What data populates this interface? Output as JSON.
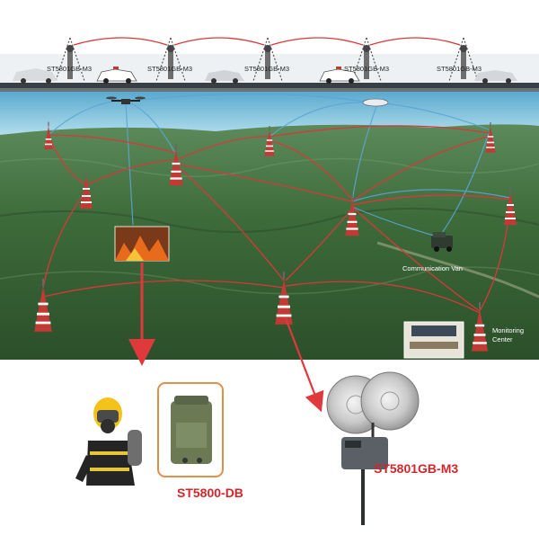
{
  "road_units": [
    {
      "label": "ST5801GB-M3"
    },
    {
      "label": "ST5801GB-M3"
    },
    {
      "label": "ST5801GB-M3"
    },
    {
      "label": "ST5801GB-M3"
    },
    {
      "label": "ST5801GB-M3"
    }
  ],
  "labels": {
    "comm_van": "Communication Van",
    "monitoring_line1": "Monitoring",
    "monitoring_line2": "Center"
  },
  "products": {
    "portable": "ST5800-DB",
    "radio": "ST5801GB-M3"
  },
  "colors": {
    "red_link": "#d8383a",
    "blue_link": "#5aa6d6",
    "arrow": "#e0393b",
    "product_text": "#d3262a",
    "terrain": "#3f6a3c",
    "sky": "#9ecfe2"
  }
}
